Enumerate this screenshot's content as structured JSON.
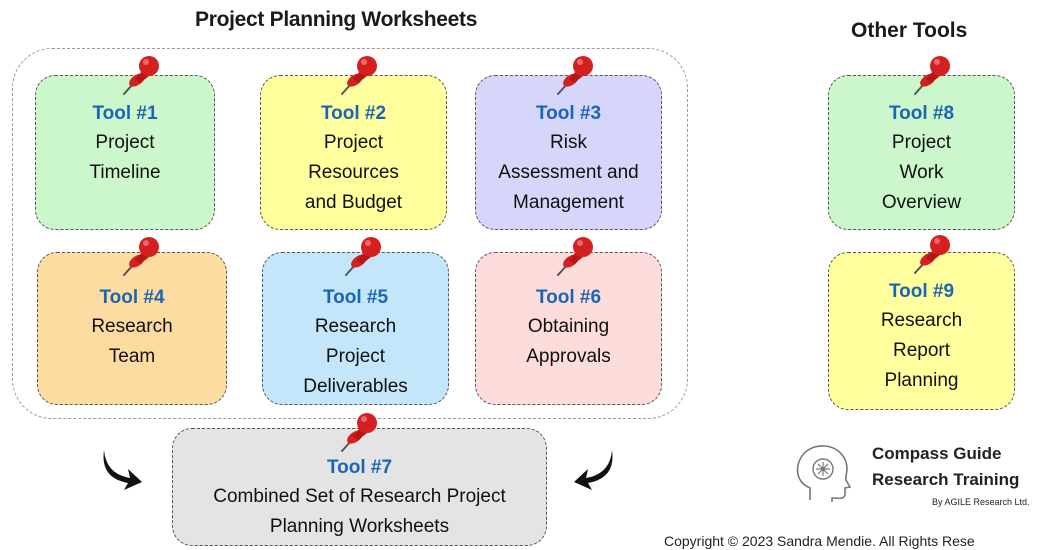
{
  "headings": {
    "main": "Project Planning Worksheets",
    "other": "Other Tools"
  },
  "colors": {
    "tool_number": "#1a66b5",
    "pin": "#d42020",
    "green": "#ccf7cc",
    "yellow": "#ffff9e",
    "lavender": "#d6d6fb",
    "orange": "#fddca2",
    "blue": "#c4e6fa",
    "pink": "#fddcdc",
    "gray": "#e4e4e4"
  },
  "tools": [
    {
      "number": "Tool #1",
      "title_lines": [
        "Project",
        "Timeline"
      ],
      "color": "green"
    },
    {
      "number": "Tool #2",
      "title_lines": [
        "Project",
        "Resources",
        "and Budget"
      ],
      "color": "yellow"
    },
    {
      "number": "Tool #3",
      "title_lines": [
        "Risk",
        "Assessment and",
        "Management"
      ],
      "color": "lavender"
    },
    {
      "number": "Tool #4",
      "title_lines": [
        "Research",
        "Team"
      ],
      "color": "orange"
    },
    {
      "number": "Tool #5",
      "title_lines": [
        "Research",
        "Project",
        "Deliverables"
      ],
      "color": "blue"
    },
    {
      "number": "Tool #6",
      "title_lines": [
        "Obtaining",
        "Approvals"
      ],
      "color": "pink"
    },
    {
      "number": "Tool #7",
      "title_lines": [
        "Combined Set of Research Project",
        "Planning Worksheets"
      ],
      "color": "gray"
    },
    {
      "number": "Tool #8",
      "title_lines": [
        "Project",
        "Work",
        "Overview"
      ],
      "color": "green"
    },
    {
      "number": "Tool #9",
      "title_lines": [
        "Research",
        "Report",
        "Planning"
      ],
      "color": "yellow"
    }
  ],
  "branding": {
    "line1": "Compass Guide",
    "line2": "Research Training",
    "byline": "By AGILE Research Ltd.",
    "copyright": "Copyright © 2023 Sandra Mendie. All Rights Rese"
  }
}
